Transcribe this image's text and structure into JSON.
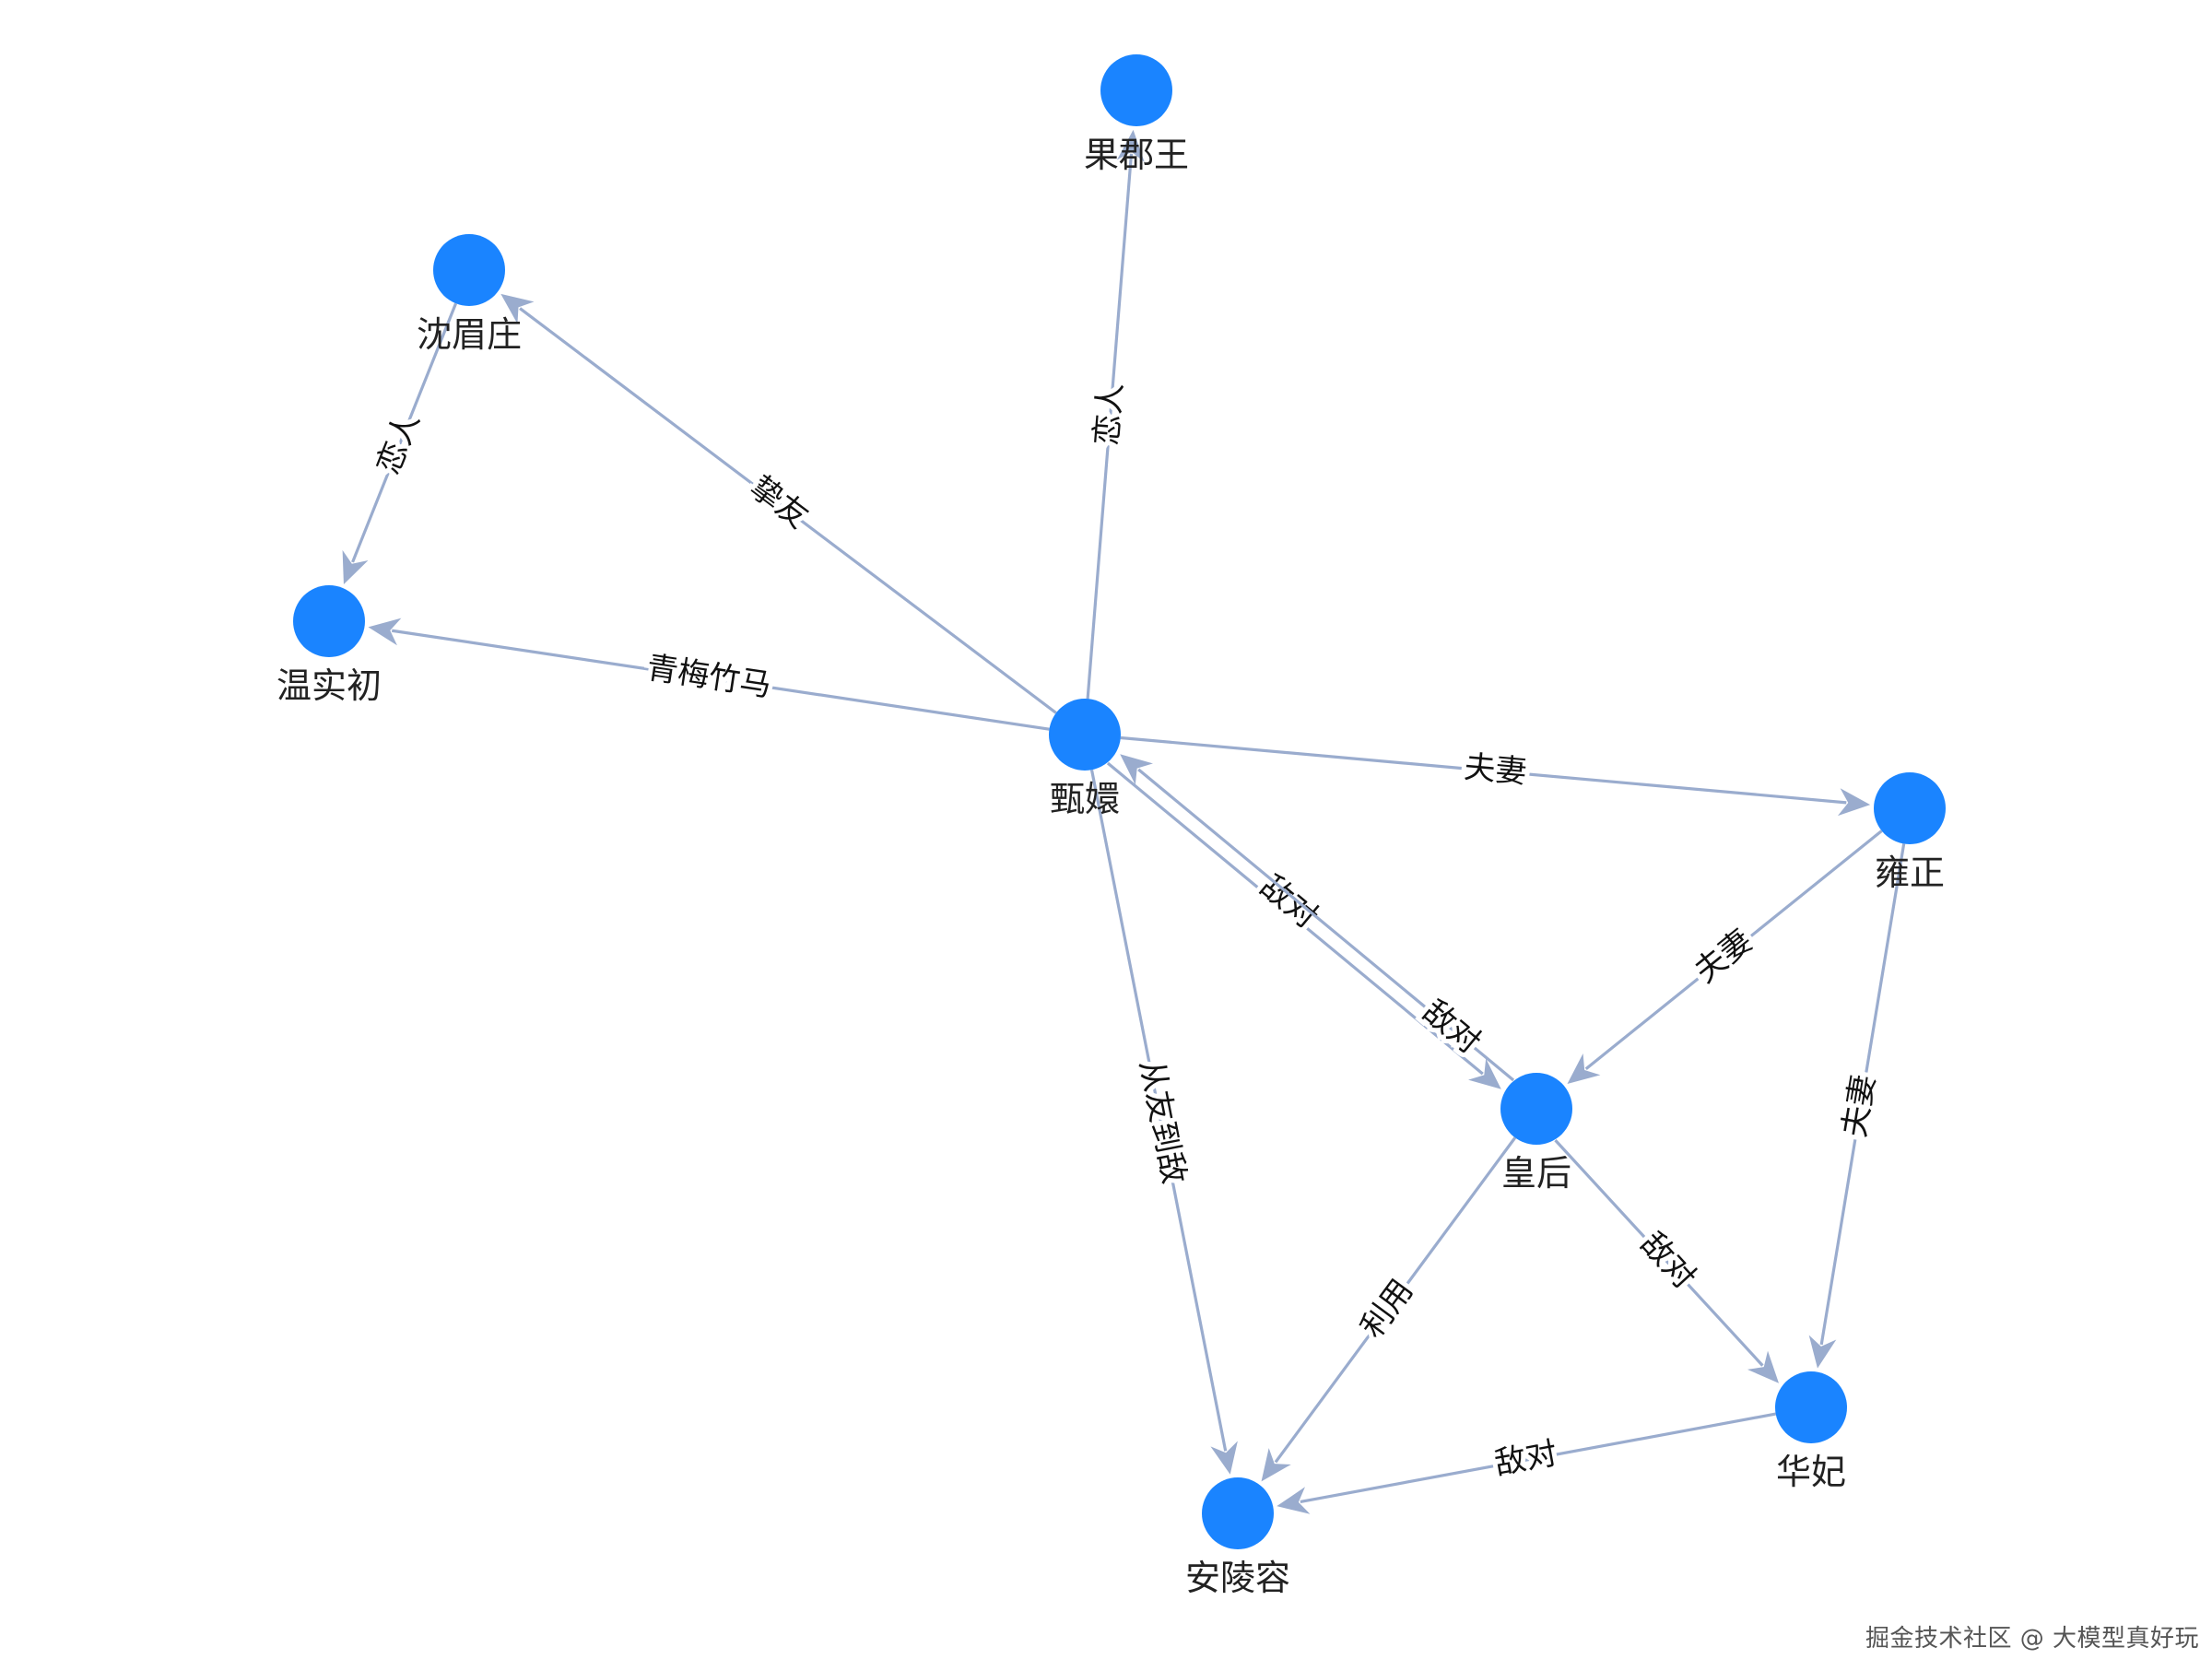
{
  "colors": {
    "node_fill": "#1a84ff",
    "edge": "#9aacce",
    "edge_label": "#111111",
    "node_label": "#222222"
  },
  "nodes": [
    {
      "id": "zhenhuan",
      "label": "甄嬛"
    },
    {
      "id": "guojunwang",
      "label": "果郡王"
    },
    {
      "id": "shenmeizhuang",
      "label": "沈眉庄"
    },
    {
      "id": "wenshichu",
      "label": "温实初"
    },
    {
      "id": "yongzheng",
      "label": "雍正"
    },
    {
      "id": "huanghou",
      "label": "皇后"
    },
    {
      "id": "huafei",
      "label": "华妃"
    },
    {
      "id": "anlingrong",
      "label": "安陵容"
    }
  ],
  "edges": [
    {
      "source": "zhenhuan",
      "target": "guojunwang",
      "label": "恋人"
    },
    {
      "source": "zhenhuan",
      "target": "shenmeizhuang",
      "label": "挚友"
    },
    {
      "source": "shenmeizhuang",
      "target": "wenshichu",
      "label": "恋人"
    },
    {
      "source": "zhenhuan",
      "target": "wenshichu",
      "label": "青梅竹马"
    },
    {
      "source": "zhenhuan",
      "target": "yongzheng",
      "label": "夫妻"
    },
    {
      "source": "zhenhuan",
      "target": "huanghou",
      "label": "敌对"
    },
    {
      "source": "huanghou",
      "target": "zhenhuan",
      "label": "敌对"
    },
    {
      "source": "yongzheng",
      "target": "huanghou",
      "label": "夫妻"
    },
    {
      "source": "yongzheng",
      "target": "huafei",
      "label": "夫妻"
    },
    {
      "source": "zhenhuan",
      "target": "anlingrong",
      "label": "从友到敌"
    },
    {
      "source": "huanghou",
      "target": "anlingrong",
      "label": "利用"
    },
    {
      "source": "huanghou",
      "target": "huafei",
      "label": "敌对"
    },
    {
      "source": "huafei",
      "target": "anlingrong",
      "label": "敌对"
    }
  ],
  "watermark": "掘金技术社区 @ 大模型真好玩"
}
